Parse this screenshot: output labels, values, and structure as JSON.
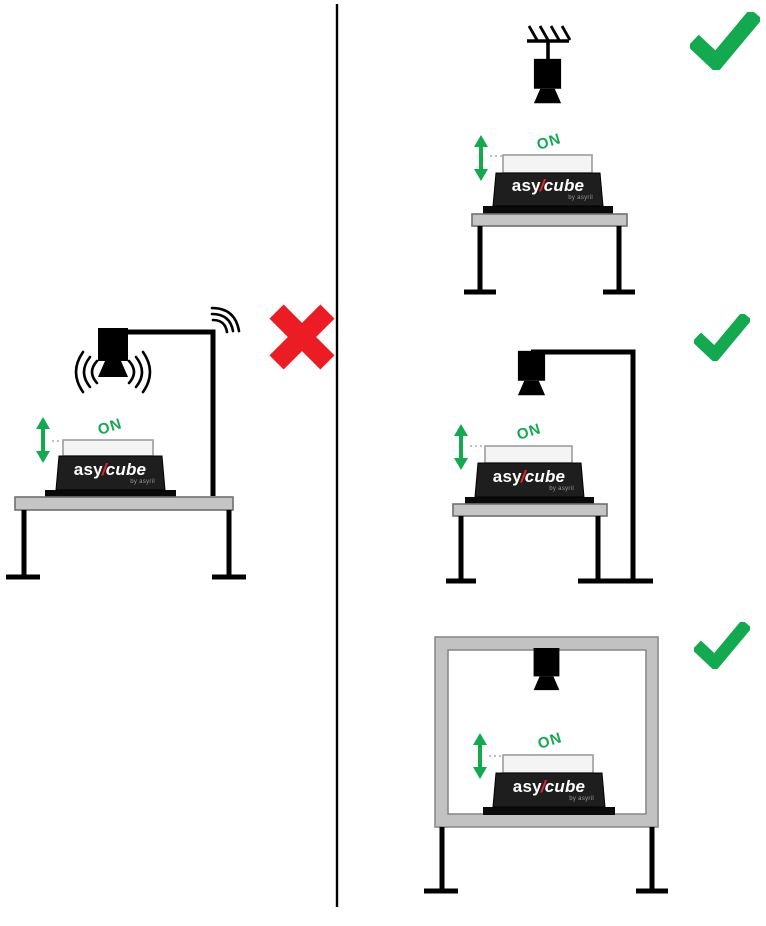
{
  "labels": {
    "vibration_on": "ON"
  },
  "brand": {
    "prefix": "asy",
    "slash": "/",
    "suffix": "cube",
    "byline": "by asyril"
  },
  "colors": {
    "green": "#12A94F",
    "red": "#EC1C24",
    "device_body": "#1E1E1E",
    "device_base": "#0A0A0A",
    "table_fill": "#C5C5C5",
    "table_stroke": "#707070",
    "platform_fill": "#F4F4F4",
    "platform_stroke": "#9C9C9C",
    "frame_fill": "#C2C2C2",
    "frame_stroke": "#8A8A8A",
    "outline": "#000000",
    "dotted_line": "#BFBFBF",
    "brand_slash_red": "#E8232B"
  },
  "icons": {
    "camera": "camera-icon",
    "ceiling_mount": "ceiling-mount-icon",
    "vibration_waves": "vibration-waves-icon",
    "amplitude_arrow": "double-arrow-icon",
    "approve": "green-check-icon",
    "reject": "red-cross-icon"
  },
  "scenes": [
    {
      "name": "camera-mounted-on-same-table",
      "verdict_icon": "red-cross-icon"
    },
    {
      "name": "camera-ceiling-mounted",
      "verdict_icon": "green-check-icon"
    },
    {
      "name": "camera-on-floor-stand",
      "verdict_icon": "green-check-icon"
    },
    {
      "name": "camera-on-rigid-frame",
      "verdict_icon": "green-check-icon"
    }
  ]
}
